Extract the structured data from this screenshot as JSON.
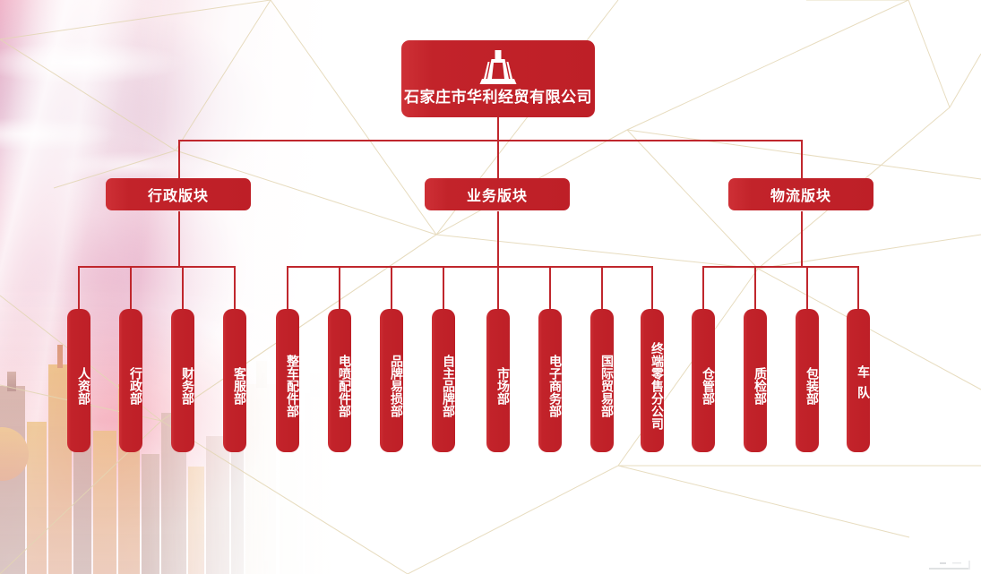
{
  "chart_data": {
    "type": "diagram",
    "subtype": "organization-chart",
    "title": "石家庄市华利经贸有限公司",
    "orientation": "top-down",
    "levels": 3,
    "nodes": [
      {
        "id": "root",
        "label": "石家庄市华利经贸有限公司",
        "level": 0,
        "parent": null
      },
      {
        "id": "d1",
        "label": "行政版块",
        "level": 1,
        "parent": "root"
      },
      {
        "id": "d2",
        "label": "业务版块",
        "level": 1,
        "parent": "root"
      },
      {
        "id": "d3",
        "label": "物流版块",
        "level": 1,
        "parent": "root"
      },
      {
        "id": "l1",
        "label": "人资部",
        "level": 2,
        "parent": "d1"
      },
      {
        "id": "l2",
        "label": "行政部",
        "level": 2,
        "parent": "d1"
      },
      {
        "id": "l3",
        "label": "财务部",
        "level": 2,
        "parent": "d1"
      },
      {
        "id": "l4",
        "label": "客服部",
        "level": 2,
        "parent": "d1"
      },
      {
        "id": "l5",
        "label": "整车配件部",
        "level": 2,
        "parent": "d2"
      },
      {
        "id": "l6",
        "label": "电喷配件部",
        "level": 2,
        "parent": "d2"
      },
      {
        "id": "l7",
        "label": "品牌易损部",
        "level": 2,
        "parent": "d2"
      },
      {
        "id": "l8",
        "label": "自主品牌部",
        "level": 2,
        "parent": "d2"
      },
      {
        "id": "l9",
        "label": "市场部",
        "level": 2,
        "parent": "d2"
      },
      {
        "id": "l10",
        "label": "电子商务部",
        "level": 2,
        "parent": "d2"
      },
      {
        "id": "l11",
        "label": "国际贸易部",
        "level": 2,
        "parent": "d2"
      },
      {
        "id": "l12",
        "label": "终端零售分公司",
        "level": 2,
        "parent": "d2"
      },
      {
        "id": "l13",
        "label": "仓管部",
        "level": 2,
        "parent": "d3"
      },
      {
        "id": "l14",
        "label": "质检部",
        "level": 2,
        "parent": "d3"
      },
      {
        "id": "l15",
        "label": "包装部",
        "level": 2,
        "parent": "d3"
      },
      {
        "id": "l16",
        "label": "车队",
        "level": 2,
        "parent": "d3"
      }
    ]
  },
  "colors": {
    "brand_red": "#C2232A",
    "brand_red_light": "#CE3036",
    "connector": "#C0272D",
    "text_on_red": "#FFFFFF",
    "background": "#FFFFFF",
    "poly_line": "#E8DCC0"
  },
  "root": {
    "title": "石家庄市华利经贸有限公司",
    "logo_name": "huali-trapezoid-logo"
  },
  "divisions": [
    {
      "label": "行政版块"
    },
    {
      "label": "业务版块"
    },
    {
      "label": "物流版块"
    }
  ],
  "departments": {
    "admin": [
      {
        "label": "人资部"
      },
      {
        "label": "行政部"
      },
      {
        "label": "财务部"
      },
      {
        "label": "客服部"
      }
    ],
    "business": [
      {
        "label": "整车配件部"
      },
      {
        "label": "电喷配件部"
      },
      {
        "label": "品牌易损部"
      },
      {
        "label": "自主品牌部"
      },
      {
        "label": "市场部"
      },
      {
        "label": "电子商务部"
      },
      {
        "label": "国际贸易部"
      },
      {
        "label": "终端零售分公司"
      }
    ],
    "logistics": [
      {
        "label": "仓管部"
      },
      {
        "label": "质检部"
      },
      {
        "label": "包装部"
      },
      {
        "label": "车队"
      }
    ]
  }
}
